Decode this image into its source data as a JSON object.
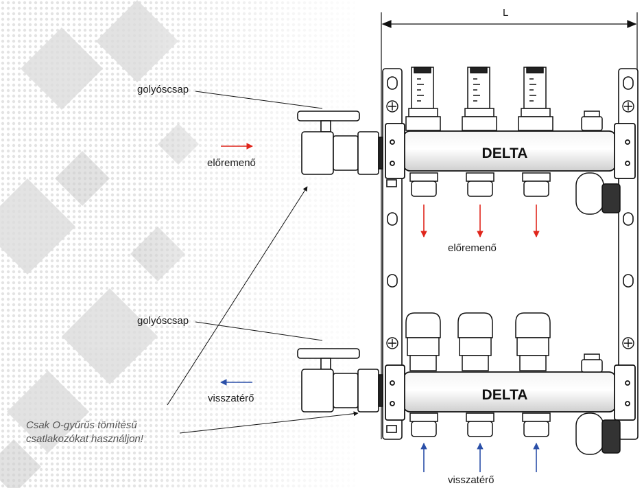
{
  "dimension_label": "L",
  "brand": "DELTA",
  "labels": {
    "ball_valve_top": "golyóscsap",
    "ball_valve_bottom": "golyóscsap",
    "flow_left": "előremenő",
    "flow_center": "előremenő",
    "return_left": "visszatérő",
    "return_center": "visszatérő"
  },
  "note": {
    "line1": "Csak O-gyűrűs tömítésű",
    "line2": "csatlakozókat használjon!"
  },
  "colors": {
    "flow_arrow": "#e0251b",
    "return_arrow": "#2a4fa8",
    "background_pattern": "#d9d9d9"
  }
}
